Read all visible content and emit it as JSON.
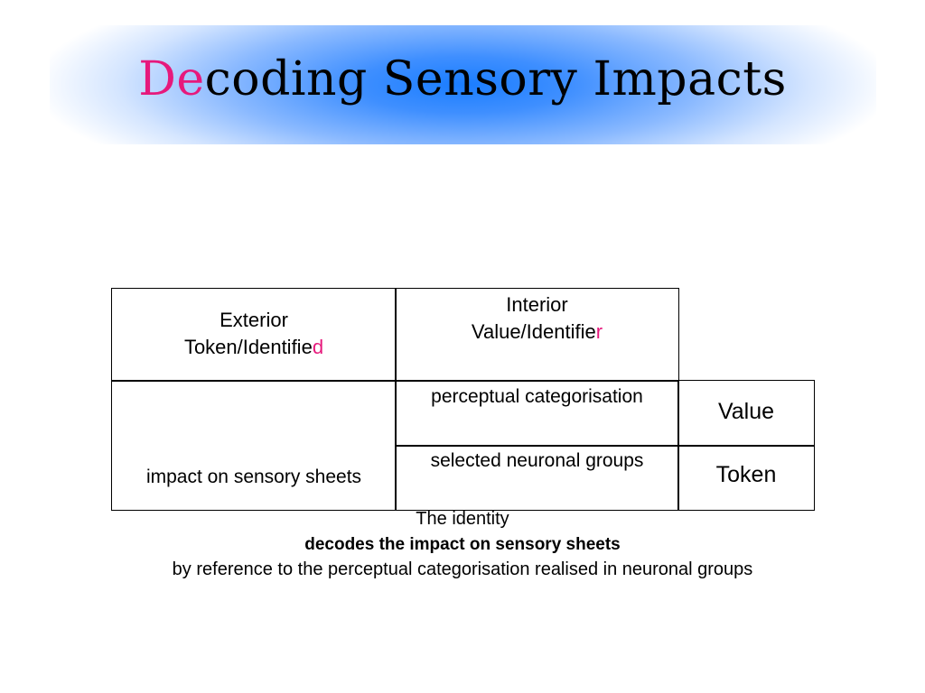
{
  "slide": {
    "title": {
      "accent": "De",
      "rest": "coding Sensory Impacts"
    }
  },
  "table": {
    "header_exterior": {
      "line1": "Exterior",
      "line2_main": "Token/Identifie",
      "line2_accent": "d"
    },
    "header_interior": {
      "line1": "Interior",
      "line2_main": "Value/Identifie",
      "line2_accent": "r"
    },
    "impact_cell": "impact on sensory sheets",
    "rows": [
      {
        "interior": "perceptual categorisation",
        "label": "Value"
      },
      {
        "interior": "selected neuronal groups",
        "label": "Token"
      }
    ]
  },
  "caption": {
    "line1": "The identity",
    "line2": "decodes the impact on sensory sheets",
    "line3": "by reference to the perceptual categorisation realised in neuronal groups"
  },
  "colors": {
    "accent": "#e6197c",
    "title_band": "#1a7dff"
  }
}
